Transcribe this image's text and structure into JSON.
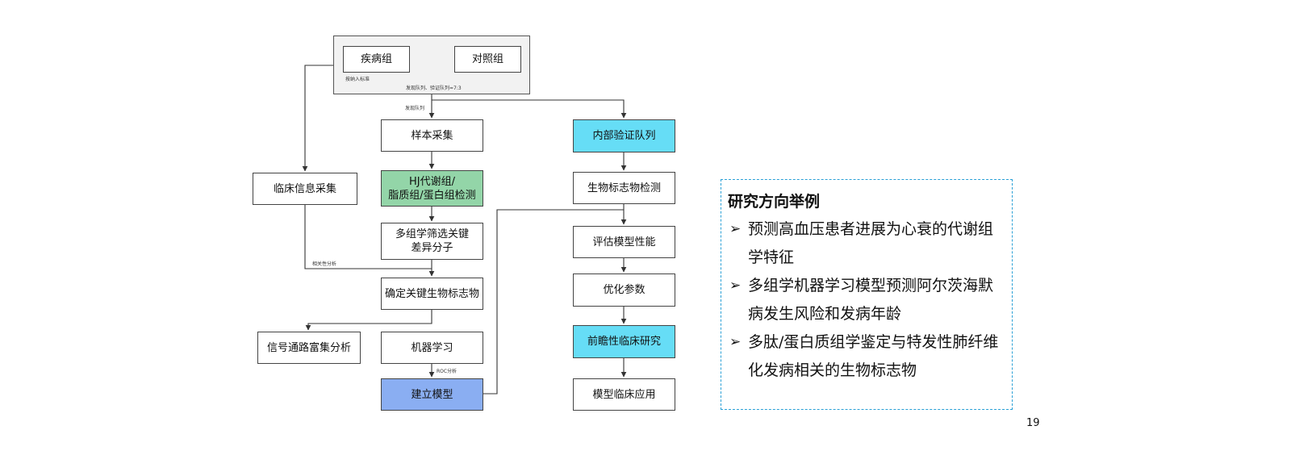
{
  "flowchart": {
    "group_disease": "疾病组",
    "group_control": "对照组",
    "tiny_inclusion": "按纳入标准",
    "tiny_split": "发现队列、验证队列=7:3",
    "tiny_discovery": "发现队列",
    "sample_collection": "样本采集",
    "clinical_info": "临床信息采集",
    "omics_detection": "HJ代谢组/\n脂质组/蛋白组检测",
    "multiomics_screen": "多组学筛选关键\n差异分子",
    "tiny_correlation": "相关性分析",
    "key_biomarker": "确定关键生物标志物",
    "pathway_enrichment": "信号通路富集分析",
    "machine_learning": "机器学习",
    "tiny_roc": "ROC分析",
    "build_model": "建立模型",
    "internal_validation": "内部验证队列",
    "biomarker_detection": "生物标志物检测",
    "evaluate_model": "评估模型性能",
    "optimize_params": "优化参数",
    "prospective_study": "前瞻性临床研究",
    "model_application": "模型临床应用"
  },
  "side_panel": {
    "title": "研究方向举例",
    "items": [
      "预测高血压患者进展为心衰的代谢组学特征",
      "多组学机器学习模型预测阿尔茨海默病发生风险和发病年龄",
      "多肽/蛋白质组学鉴定与特发性肺纤维化发病相关的生物标志物"
    ]
  },
  "page_number": "19",
  "colors": {
    "green_box": "#93d5a8",
    "cyan_box": "#66ddf6",
    "blue_box": "#8aaef2",
    "group_panel": "#f2f2f2",
    "dashed_border": "#2aa0d6"
  }
}
